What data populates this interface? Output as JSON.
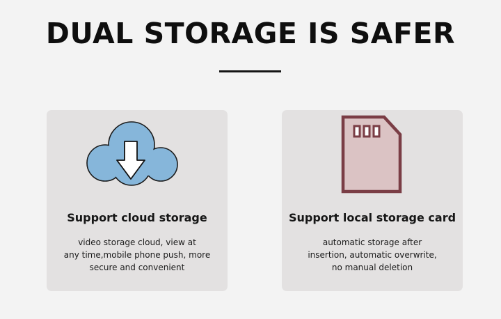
{
  "header": {
    "title": "DUAL STORAGE IS SAFER"
  },
  "cards": [
    {
      "icon": "cloud-download-icon",
      "title": "Support cloud storage",
      "description_lines": [
        "video storage cloud, view at",
        "any time,mobile phone push, more",
        "secure and convenient"
      ]
    },
    {
      "icon": "sd-card-icon",
      "title": "Support local storage card",
      "description_lines": [
        "automatic storage after",
        "insertion, automatic overwrite,",
        "no manual deletion"
      ]
    }
  ],
  "colors": {
    "background": "#f3f3f3",
    "card": "#e3e1e1",
    "cloud_fill": "#86b6da",
    "sd_card_fill": "#dbc3c4",
    "sd_card_stroke": "#7a3d45"
  }
}
